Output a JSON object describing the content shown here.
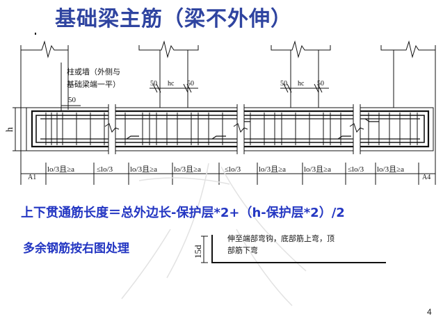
{
  "title": "基础梁主筋（梁不外伸）",
  "page_number": "4",
  "body": {
    "formula": "上下贯通筋长度＝总外边长-保护层*2+（h-保护层*2）/2",
    "extra_handling": "多余钢筋按右图处理"
  },
  "drawing": {
    "column_note_line1": "柱或墙（外侧与",
    "column_note_line2": "基础梁端一平）",
    "dim_50_left": "50",
    "dim_50_a": "50",
    "dim_50_b": "50",
    "dim_50_c": "50",
    "dim_50_d": "50",
    "dim_hc_1": "hc",
    "dim_hc_2": "hc",
    "dim_h": "h",
    "dim_a1": "A1",
    "dim_a4": "A4",
    "dim_lo3a_1": "lo/3且≥a",
    "dim_le_lo3_1": "≤lo/3",
    "dim_lo3a_2": "lo/3且≥a",
    "dim_lo3a_3": "lo/3且≥a",
    "dim_le_lo3_2": "≤lo/3",
    "dim_lo3a_4": "lo/3且≥a",
    "dim_lo3a_5": "lo/3且≥a",
    "dim_le_lo3_3": "≤lo/3",
    "dim_lo3a_6": "lo/3且≥a",
    "detail_15d": "15d",
    "detail_note_line1": "伸至端部弯钩，底部筋上弯，顶",
    "detail_note_line2": "部筋下弯"
  }
}
